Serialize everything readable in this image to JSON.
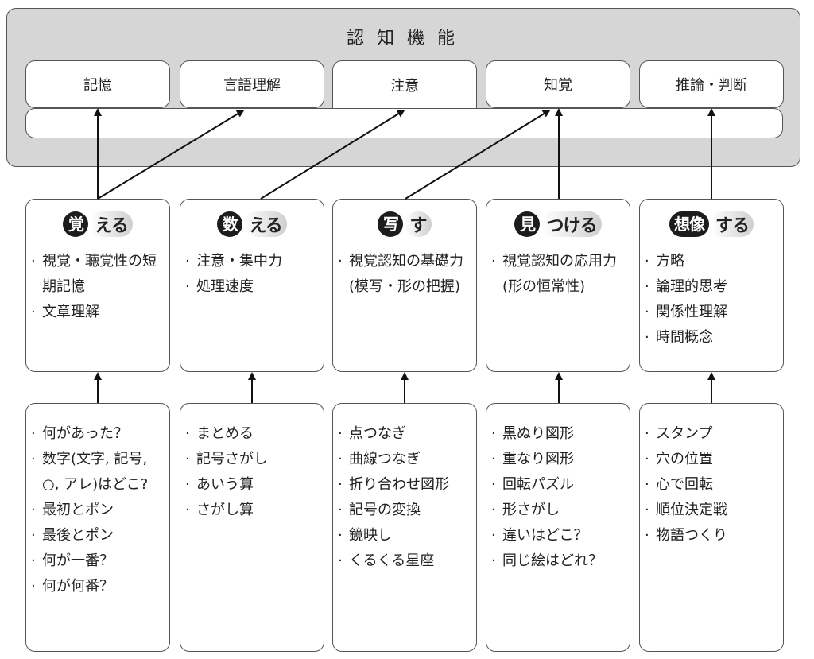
{
  "cognitive": {
    "title": "認知機能",
    "functions": [
      {
        "label": "記憶"
      },
      {
        "label": "言語理解"
      },
      {
        "label": "注意"
      },
      {
        "label": "知覚"
      },
      {
        "label": "推論・判断"
      }
    ]
  },
  "activities": [
    {
      "head_char": "覚",
      "head_rest": "える",
      "abilities": [
        "視覚・聴覚性の短期記憶",
        "文章理解"
      ],
      "games": [
        "何があった？",
        "数字(文字, 記号, ○, アレ)はどこ?",
        "最初とポン",
        "最後とポン",
        "何が一番？",
        "何が何番？"
      ]
    },
    {
      "head_char": "数",
      "head_rest": "える",
      "abilities": [
        "注意・集中力",
        "処理速度"
      ],
      "games": [
        "まとめる",
        "記号さがし",
        "あいう算",
        "さがし算"
      ]
    },
    {
      "head_char": "写",
      "head_rest": "す",
      "abilities": [
        "視覚認知の基礎力(模写・形の把握)"
      ],
      "games": [
        "点つなぎ",
        "曲線つなぎ",
        "折り合わせ図形",
        "記号の変換",
        "鏡映し",
        "くるくる星座"
      ]
    },
    {
      "head_char": "見",
      "head_rest": "つける",
      "abilities": [
        "視覚認知の応用力(形の恒常性)"
      ],
      "games": [
        "黒ぬり図形",
        "重なり図形",
        "回転パズル",
        "形さがし",
        "違いはどこ？",
        "同じ絵はどれ？"
      ]
    },
    {
      "head_char": "想像",
      "head_rest": "する",
      "abilities": [
        "方略",
        "論理的思考",
        "関係性理解",
        "時間概念"
      ],
      "games": [
        "スタンプ",
        "穴の位置",
        "心で回転",
        "順位決定戦",
        "物語つくり"
      ]
    }
  ],
  "colors": {
    "panel": "#d6d6d6",
    "border": "#555555",
    "badge": "#1c1c1c"
  }
}
